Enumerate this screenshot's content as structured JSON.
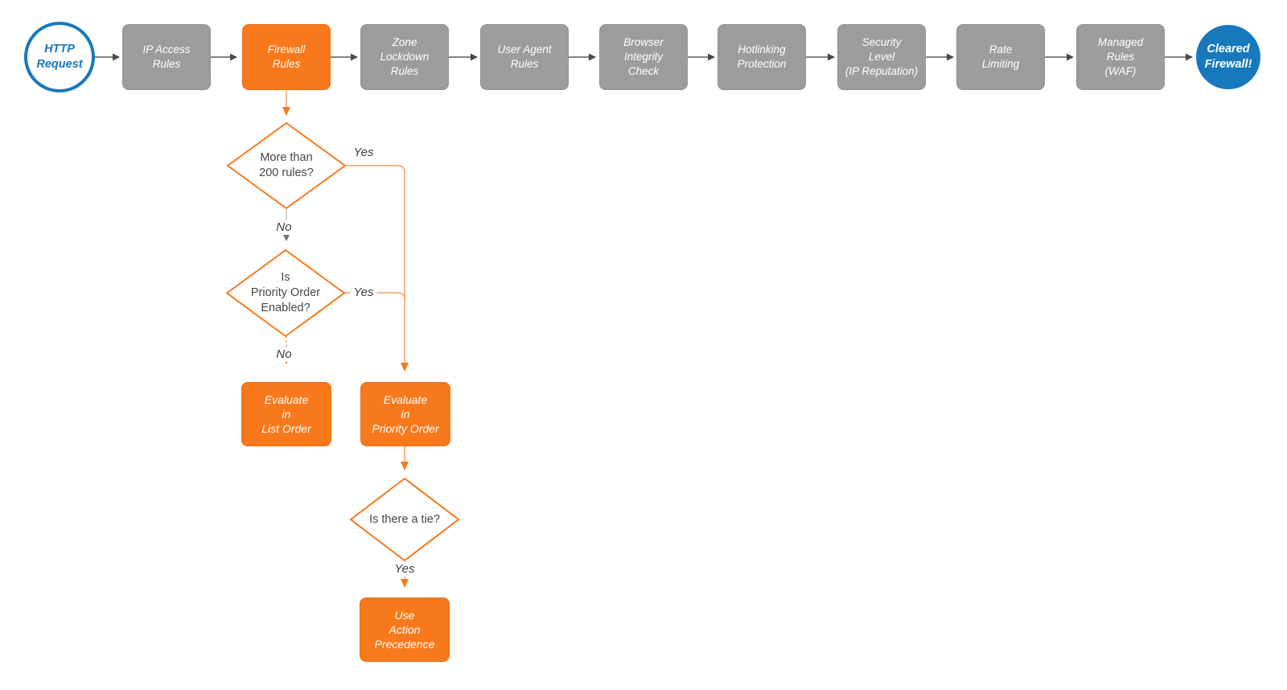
{
  "colors": {
    "orange": "#F8781C",
    "orange_line": "#F99E63",
    "gray_node": "#9C9C9E",
    "blue": "#1878BE",
    "dark_line": "#5A5A5A",
    "white_text": "#FFFFFF"
  },
  "flow": {
    "start": "HTTP\nRequest",
    "steps": [
      {
        "label": "IP Access\nRules"
      },
      {
        "label": "Firewall\nRules"
      },
      {
        "label": "Zone\nLockdown\nRules"
      },
      {
        "label": "User Agent\nRules"
      },
      {
        "label": "Browser\nIntegrity\nCheck"
      },
      {
        "label": "Hotlinking\nProtection"
      },
      {
        "label": "Security\nLevel\n(IP Reputation)"
      },
      {
        "label": "Rate\nLimiting"
      },
      {
        "label": "Managed\nRules\n(WAF)"
      }
    ],
    "end": "Cleared\nFirewall!"
  },
  "decisions": {
    "rules_count": "More than\n200 rules?",
    "priority_enabled": "Is\nPriority Order\nEnabled?",
    "tie": "Is there a tie?"
  },
  "branch_labels": {
    "yes1": "Yes",
    "no1": "No",
    "yes2": "Yes",
    "no2": "No",
    "yes3": "Yes"
  },
  "actions": {
    "list_order": "Evaluate\nin\nList Order",
    "priority_order": "Evaluate\nin\nPriority Order",
    "action_precedence": "Use\nAction\nPrecedence"
  }
}
